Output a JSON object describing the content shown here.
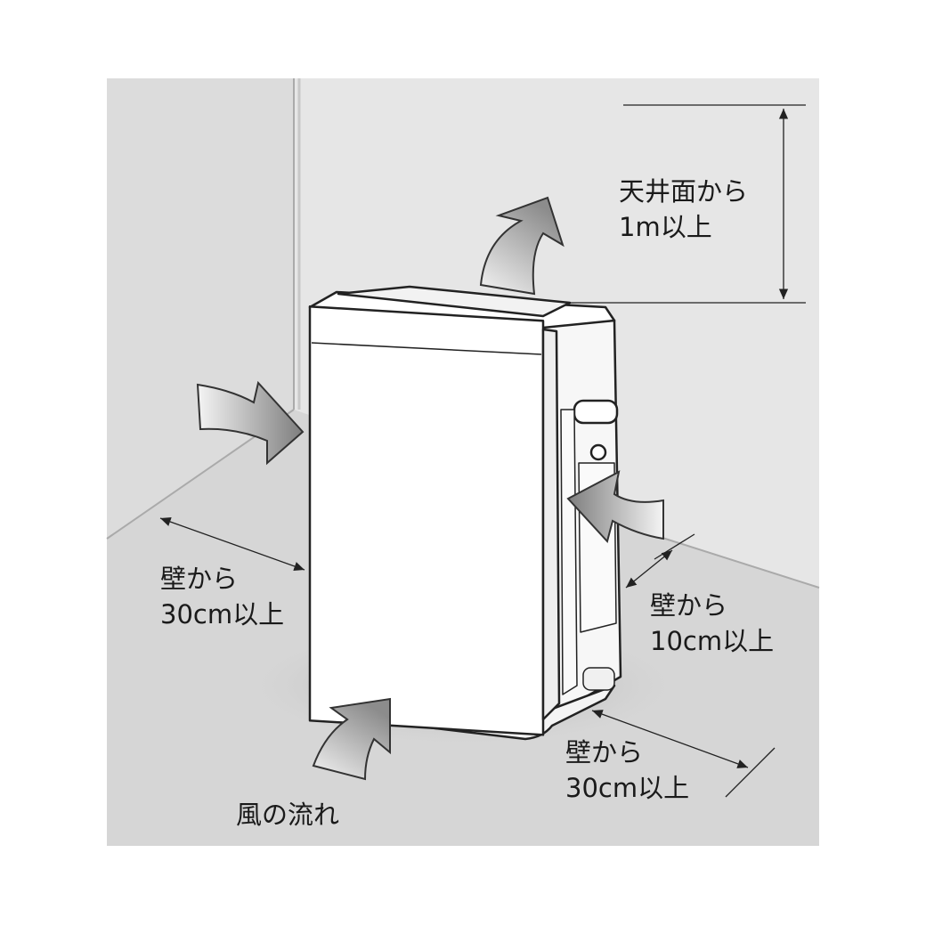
{
  "labels": {
    "ceiling_line1": "天井面から",
    "ceiling_line2": "1m以上",
    "left_line1": "壁から",
    "left_line2": "30cm以上",
    "right_line1": "壁から",
    "right_line2": "10cm以上",
    "back_line1": "壁から",
    "back_line2": "30cm以上",
    "airflow": "風の流れ"
  },
  "colors": {
    "wall": "#e4e4e4",
    "floor": "#d6d6d6",
    "device": "#ffffff",
    "arrow_dark": "#8a8a8a",
    "arrow_light": "#f0f0f0"
  }
}
